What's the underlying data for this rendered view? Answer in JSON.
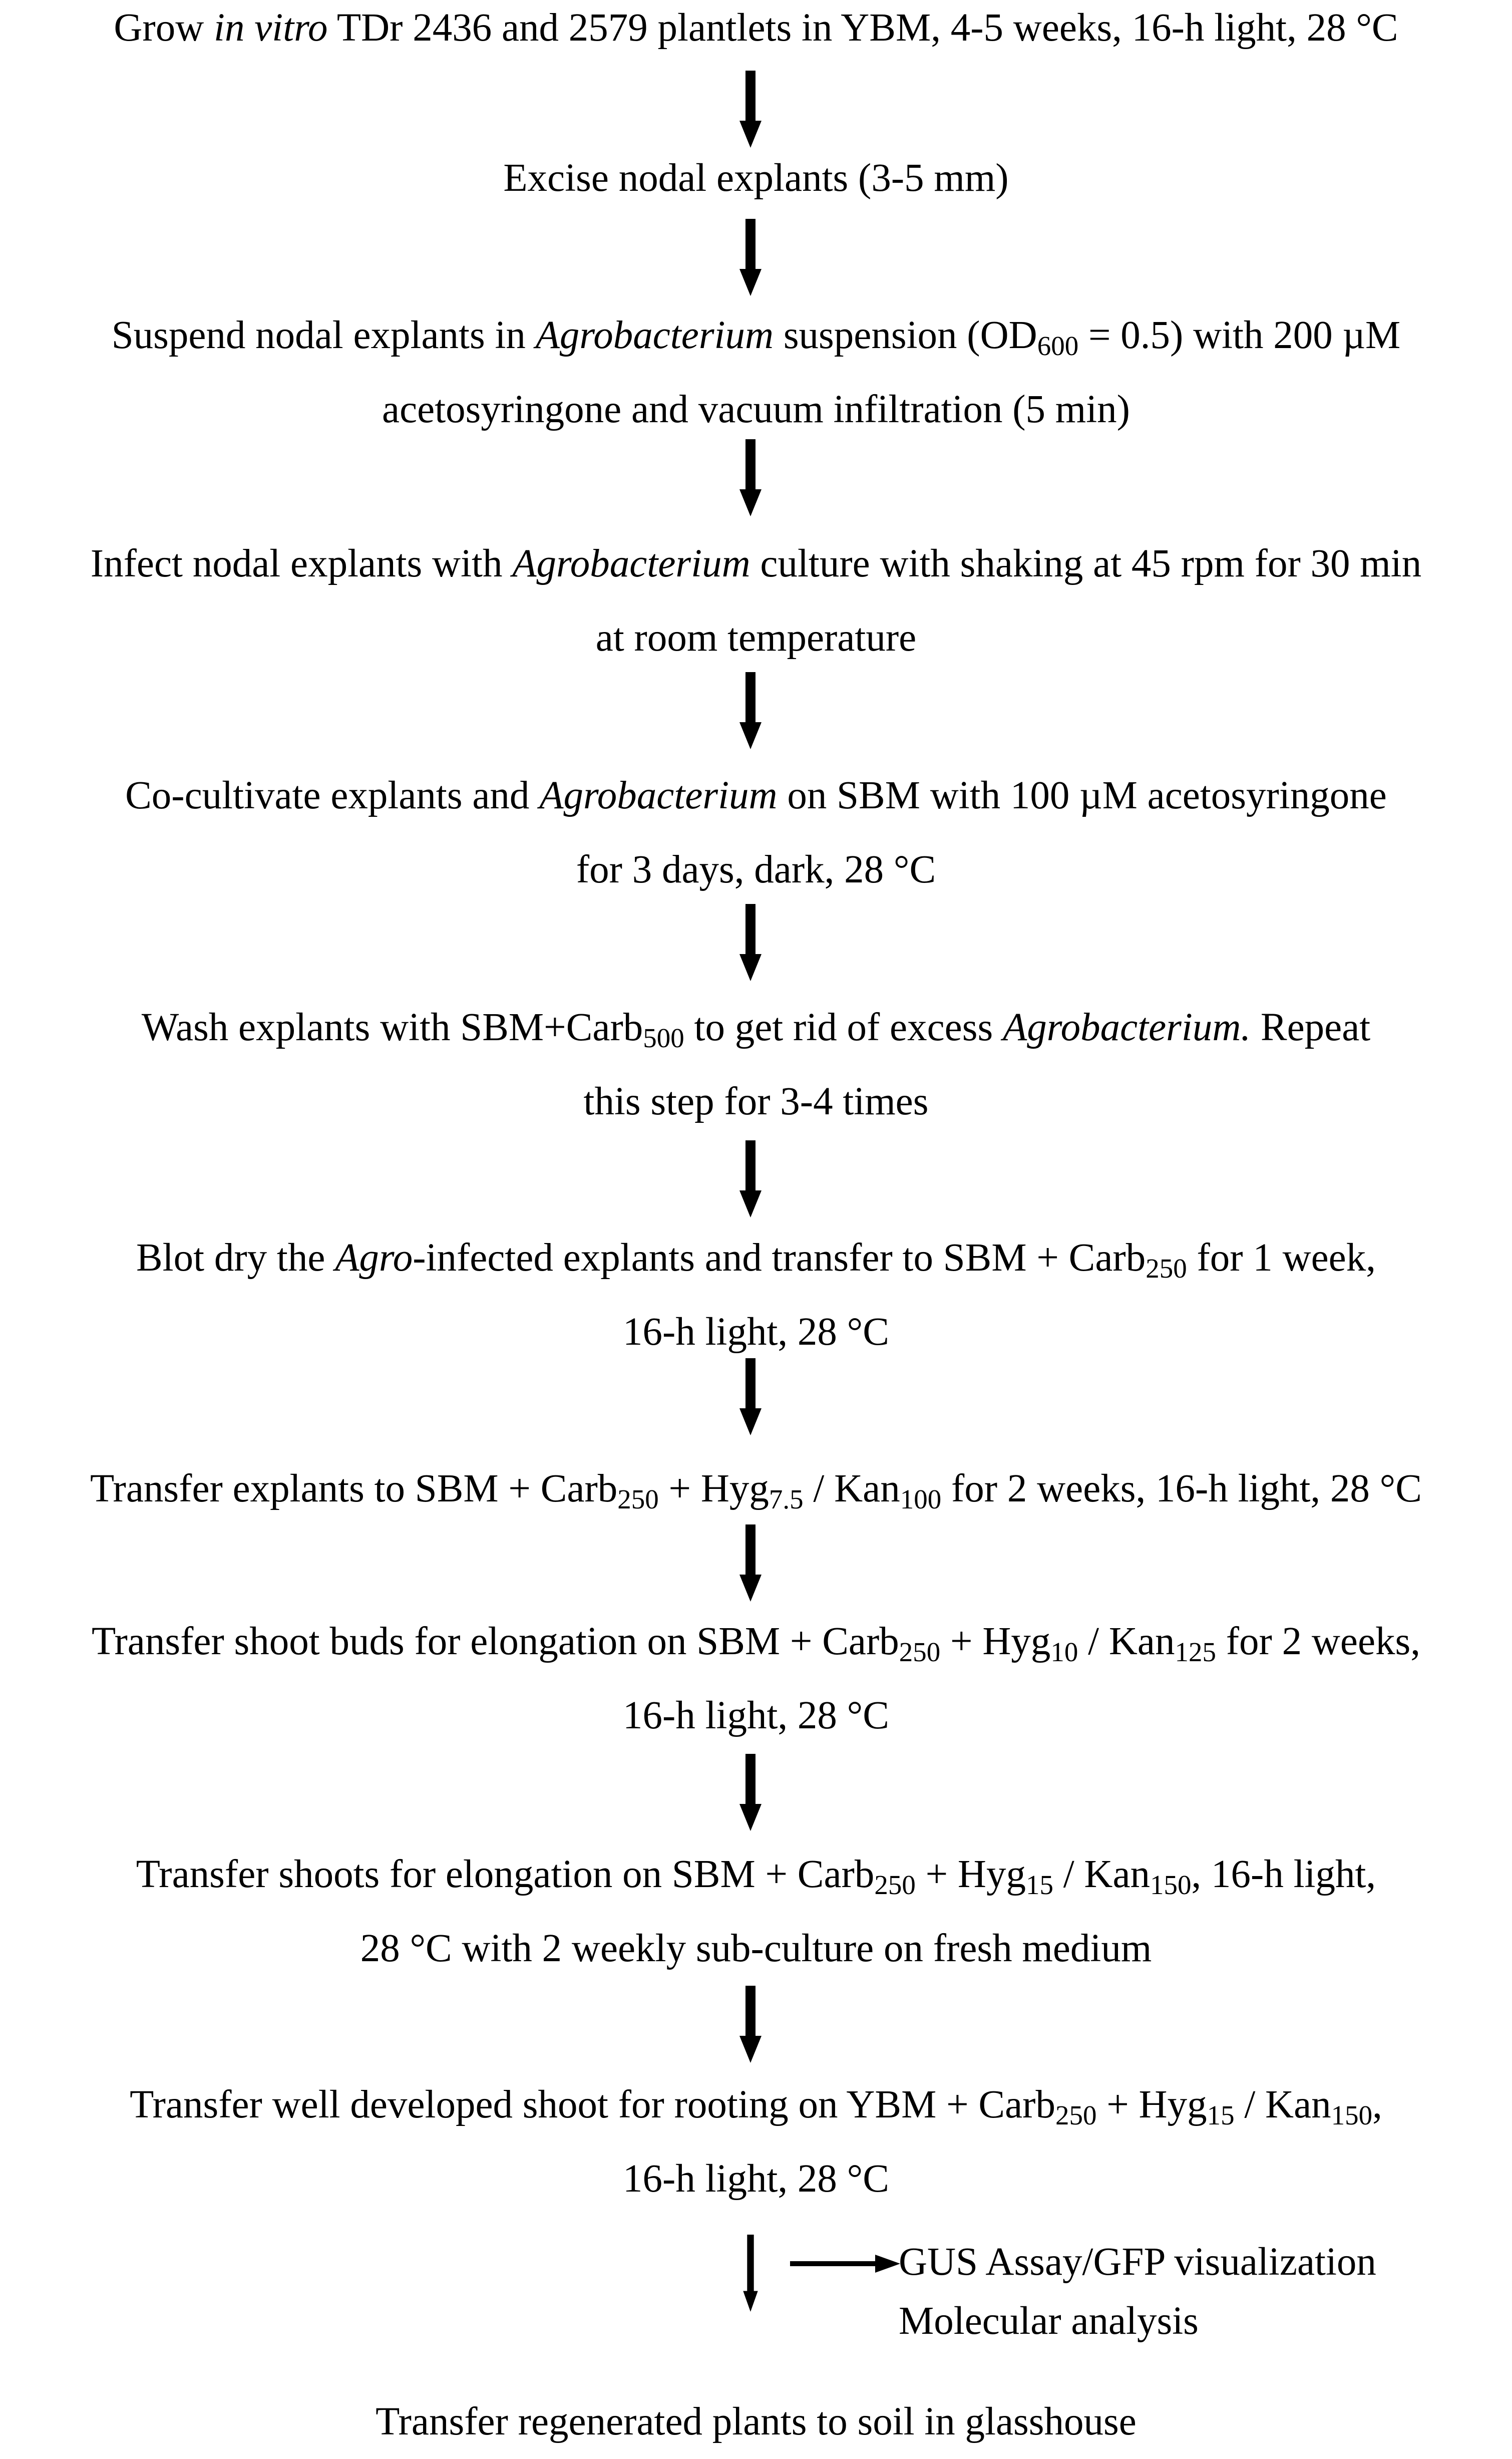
{
  "steps": [
    {
      "line1": {
        "a": "Grow ",
        "b": "in vitro",
        "c": " TDr 2436 and 2579 plantlets in YBM, 4-5 weeks, 16-h light, 28 °C"
      }
    },
    {
      "line1": "Excise nodal explants (3-5 mm)"
    },
    {
      "line1": {
        "a": "Suspend nodal explants in ",
        "b": "Agrobacterium",
        "c": " suspension (OD",
        "sub": "600",
        "d": " = 0.5) with 200 µM"
      },
      "line2": "acetosyringone and vacuum infiltration (5 min)"
    },
    {
      "line1": {
        "a": "Infect nodal explants with ",
        "b": "Agrobacterium",
        "c": " culture with shaking at 45 rpm for 30 min"
      },
      "line2": "at room temperature"
    },
    {
      "line1": {
        "a": "Co-cultivate explants and ",
        "b": "Agrobacterium",
        "c": " on SBM with 100 µM acetosyringone"
      },
      "line2": "for 3 days, dark, 28 °C"
    },
    {
      "line1": {
        "a": "Wash explants with SBM+Carb",
        "sub": "500",
        "c": " to get rid of excess ",
        "b": "Agrobacterium.",
        "d": " Repeat"
      },
      "line2": "this step for 3-4 times"
    },
    {
      "line1": {
        "a": "Blot dry the ",
        "b": "Agro",
        "c": "-infected explants and transfer to SBM + Carb",
        "sub": "250",
        "d": " for 1 week,"
      },
      "line2": "16-h light, 28 °C"
    },
    {
      "line1": {
        "a": "Transfer explants to SBM + Carb",
        "sub1": "250",
        "b": " + Hyg",
        "sub2": "7.5",
        "c": " / Kan",
        "sub3": "100",
        "d": " for 2 weeks, 16-h light, 28 °C"
      }
    },
    {
      "line1": {
        "a": "Transfer shoot buds for elongation on SBM + Carb",
        "sub1": "250",
        "b": " + Hyg",
        "sub2": "10",
        "c": " / Kan",
        "sub3": "125",
        "d": " for 2 weeks,"
      },
      "line2": "16-h light, 28 °C"
    },
    {
      "line1": {
        "a": "Transfer shoots for elongation on SBM + Carb",
        "sub1": "250",
        "b": " + Hyg",
        "sub2": "15",
        "c": " / Kan",
        "sub3": "150",
        "d": ", 16-h light,"
      },
      "line2": "28 °C with 2 weekly sub-culture on fresh medium"
    },
    {
      "line1": {
        "a": "Transfer well developed shoot for rooting on YBM + Carb",
        "sub1": "250",
        "b": " + Hyg",
        "sub2": "15",
        "c": " / Kan",
        "sub3": "150",
        "d": ","
      },
      "line2": "16-h light, 28 °C"
    },
    {
      "line1": "Transfer regenerated plants to soil in glasshouse"
    }
  ],
  "side_branch": {
    "line1": "GUS Assay/GFP visualization",
    "line2": "Molecular analysis"
  }
}
